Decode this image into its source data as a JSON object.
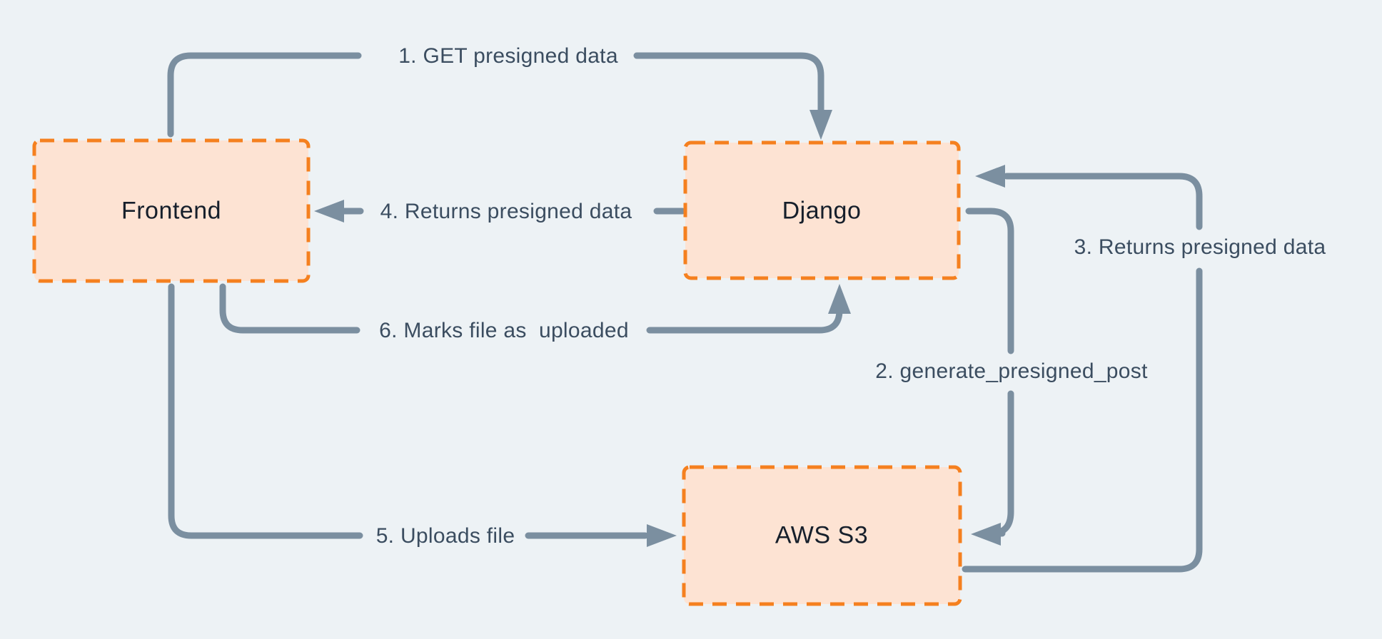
{
  "diagram": {
    "description": "Presigned S3 upload flow diagram",
    "colors": {
      "background": "#edf2f5",
      "node_fill": "#fde3d3",
      "node_border": "#f5801f",
      "arrow": "#7b8fa0",
      "node_text": "#161f2b",
      "edge_text": "#3b4d60"
    },
    "nodes": [
      {
        "id": "frontend",
        "label": "Frontend"
      },
      {
        "id": "django",
        "label": "Django"
      },
      {
        "id": "aws_s3",
        "label": "AWS S3"
      }
    ],
    "edges": [
      {
        "step": "1",
        "label": "1. GET presigned data",
        "from": "Frontend",
        "to": "Django"
      },
      {
        "step": "2",
        "label": "2. generate_presigned_post",
        "from": "Django",
        "to": "AWS S3"
      },
      {
        "step": "3",
        "label": "3. Returns presigned data",
        "from": "AWS S3",
        "to": "Django"
      },
      {
        "step": "4",
        "label": "4. Returns presigned data",
        "from": "Django",
        "to": "Frontend"
      },
      {
        "step": "5",
        "label": "5. Uploads file",
        "from": "Frontend",
        "to": "AWS S3"
      },
      {
        "step": "6",
        "label": "6. Marks file as  uploaded",
        "from": "Frontend",
        "to": "Django"
      }
    ]
  }
}
